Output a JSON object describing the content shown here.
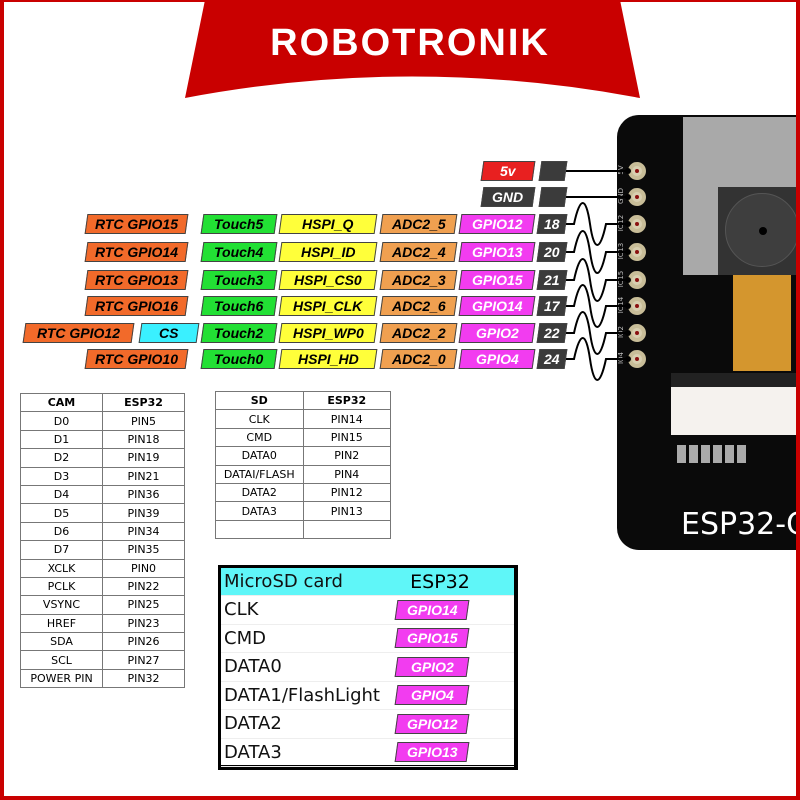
{
  "brand": {
    "logo_text": "ROBOTRONIK",
    "color": "#c90000"
  },
  "power_pins": [
    {
      "label": "5v",
      "board_label": "5V",
      "color": "#e82020"
    },
    {
      "label": "GND",
      "board_label": "GND",
      "color": "#3b3b3b"
    }
  ],
  "gpio_pins": [
    {
      "rtc": "RTC GPIO15",
      "touch": "Touch5",
      "hspi": "HSPI_Q",
      "adc": "ADC2_5",
      "gpio": "GPIO12",
      "num": "18",
      "board_label": "IO12"
    },
    {
      "rtc": "RTC GPIO14",
      "touch": "Touch4",
      "hspi": "HSPI_ID",
      "adc": "ADC2_4",
      "gpio": "GPIO13",
      "num": "20",
      "board_label": "IO13"
    },
    {
      "rtc": "RTC GPIO13",
      "touch": "Touch3",
      "hspi": "HSPI_CS0",
      "adc": "ADC2_3",
      "gpio": "GPIO15",
      "num": "21",
      "board_label": "IO15"
    },
    {
      "rtc": "RTC GPIO16",
      "touch": "Touch6",
      "hspi": "HSPI_CLK",
      "adc": "ADC2_6",
      "gpio": "GPIO14",
      "num": "17",
      "board_label": "IO14"
    },
    {
      "rtc": "RTC GPIO12",
      "extra": "CS",
      "touch": "Touch2",
      "hspi": "HSPI_WP0",
      "adc": "ADC2_2",
      "gpio": "GPIO2",
      "num": "22",
      "board_label": "IO2"
    },
    {
      "rtc": "RTC GPIO10",
      "touch": "Touch0",
      "hspi": "HSPI_HD",
      "adc": "ADC2_0",
      "gpio": "GPIO4",
      "num": "24",
      "board_label": "IO4"
    }
  ],
  "board": {
    "name": "ESP32-C"
  },
  "colors": {
    "rtc": "#f26a2a",
    "touch": "#22e034",
    "hspi": "#ffff3a",
    "adc": "#f0a050",
    "gpio": "#f23cf0",
    "cs": "#3af0ff"
  },
  "cam_table": {
    "headers": [
      "CAM",
      "ESP32"
    ],
    "rows": [
      [
        "D0",
        "PIN5"
      ],
      [
        "D1",
        "PIN18"
      ],
      [
        "D2",
        "PIN19"
      ],
      [
        "D3",
        "PIN21"
      ],
      [
        "D4",
        "PIN36"
      ],
      [
        "D5",
        "PIN39"
      ],
      [
        "D6",
        "PIN34"
      ],
      [
        "D7",
        "PIN35"
      ],
      [
        "XCLK",
        "PIN0"
      ],
      [
        "PCLK",
        "PIN22"
      ],
      [
        "VSYNC",
        "PIN25"
      ],
      [
        "HREF",
        "PIN23"
      ],
      [
        "SDA",
        "PIN26"
      ],
      [
        "SCL",
        "PIN27"
      ],
      [
        "POWER PIN",
        "PIN32"
      ]
    ]
  },
  "sd_table": {
    "headers": [
      "SD",
      "ESP32"
    ],
    "rows": [
      [
        "CLK",
        "PIN14"
      ],
      [
        "CMD",
        "PIN15"
      ],
      [
        "DATA0",
        "PIN2"
      ],
      [
        "DATAI/FLASH",
        "PIN4"
      ],
      [
        "DATA2",
        "PIN12"
      ],
      [
        "DATA3",
        "PIN13"
      ],
      [
        "",
        ""
      ]
    ]
  },
  "microsd_table": {
    "headers": [
      "MicroSD card",
      "ESP32"
    ],
    "header_color": "#5ff6f8",
    "rows": [
      [
        "CLK",
        "GPIO14"
      ],
      [
        "CMD",
        "GPIO15"
      ],
      [
        "DATA0",
        "GPIO2"
      ],
      [
        "DATA1/FlashLight",
        "GPIO4"
      ],
      [
        "DATA2",
        "GPIO12"
      ],
      [
        "DATA3",
        "GPIO13"
      ]
    ]
  }
}
